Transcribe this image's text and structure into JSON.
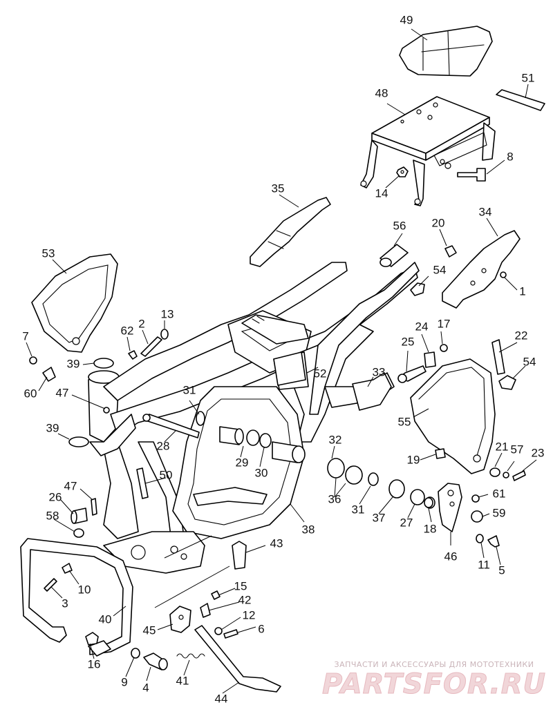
{
  "diagram": {
    "callouts": [
      {
        "id": "c49",
        "label": "49"
      },
      {
        "id": "c51",
        "label": "51"
      },
      {
        "id": "c48",
        "label": "48"
      },
      {
        "id": "c8",
        "label": "8"
      },
      {
        "id": "c14",
        "label": "14"
      },
      {
        "id": "c35",
        "label": "35"
      },
      {
        "id": "c56",
        "label": "56"
      },
      {
        "id": "c20",
        "label": "20"
      },
      {
        "id": "c34",
        "label": "34"
      },
      {
        "id": "c54a",
        "label": "54"
      },
      {
        "id": "c1",
        "label": "1"
      },
      {
        "id": "c53",
        "label": "53"
      },
      {
        "id": "c2",
        "label": "2"
      },
      {
        "id": "c13",
        "label": "13"
      },
      {
        "id": "c62",
        "label": "62"
      },
      {
        "id": "c24",
        "label": "24"
      },
      {
        "id": "c17",
        "label": "17"
      },
      {
        "id": "c22",
        "label": "22"
      },
      {
        "id": "c7",
        "label": "7"
      },
      {
        "id": "c25",
        "label": "25"
      },
      {
        "id": "c39a",
        "label": "39"
      },
      {
        "id": "c54b",
        "label": "54"
      },
      {
        "id": "c52",
        "label": "52"
      },
      {
        "id": "c33",
        "label": "33"
      },
      {
        "id": "c60",
        "label": "60"
      },
      {
        "id": "c47a",
        "label": "47"
      },
      {
        "id": "c31a",
        "label": "31"
      },
      {
        "id": "c55",
        "label": "55"
      },
      {
        "id": "c28",
        "label": "28"
      },
      {
        "id": "c39b",
        "label": "39"
      },
      {
        "id": "c32",
        "label": "32"
      },
      {
        "id": "c29",
        "label": "29"
      },
      {
        "id": "c30",
        "label": "30"
      },
      {
        "id": "c19",
        "label": "19"
      },
      {
        "id": "c21",
        "label": "21"
      },
      {
        "id": "c57",
        "label": "57"
      },
      {
        "id": "c23",
        "label": "23"
      },
      {
        "id": "c50",
        "label": "50"
      },
      {
        "id": "c36",
        "label": "36"
      },
      {
        "id": "c31b",
        "label": "31"
      },
      {
        "id": "c37",
        "label": "37"
      },
      {
        "id": "c27",
        "label": "27"
      },
      {
        "id": "c18",
        "label": "18"
      },
      {
        "id": "c61",
        "label": "61"
      },
      {
        "id": "c47b",
        "label": "47"
      },
      {
        "id": "c26",
        "label": "26"
      },
      {
        "id": "c58",
        "label": "58"
      },
      {
        "id": "c59",
        "label": "59"
      },
      {
        "id": "c38",
        "label": "38"
      },
      {
        "id": "c46",
        "label": "46"
      },
      {
        "id": "c43",
        "label": "43"
      },
      {
        "id": "c11",
        "label": "11"
      },
      {
        "id": "c5",
        "label": "5"
      },
      {
        "id": "c10",
        "label": "10"
      },
      {
        "id": "c3",
        "label": "3"
      },
      {
        "id": "c15",
        "label": "15"
      },
      {
        "id": "c42",
        "label": "42"
      },
      {
        "id": "c40",
        "label": "40"
      },
      {
        "id": "c12",
        "label": "12"
      },
      {
        "id": "c45",
        "label": "45"
      },
      {
        "id": "c6",
        "label": "6"
      },
      {
        "id": "c16",
        "label": "16"
      },
      {
        "id": "c9",
        "label": "9"
      },
      {
        "id": "c4",
        "label": "4"
      },
      {
        "id": "c41",
        "label": "41"
      },
      {
        "id": "c44",
        "label": "44"
      }
    ]
  },
  "watermark": {
    "tagline": "ЗАПЧАСТИ И АКСЕССУАРЫ ДЛЯ МОТОТЕХНИКИ",
    "logo": "PARTSFOR.RU"
  }
}
